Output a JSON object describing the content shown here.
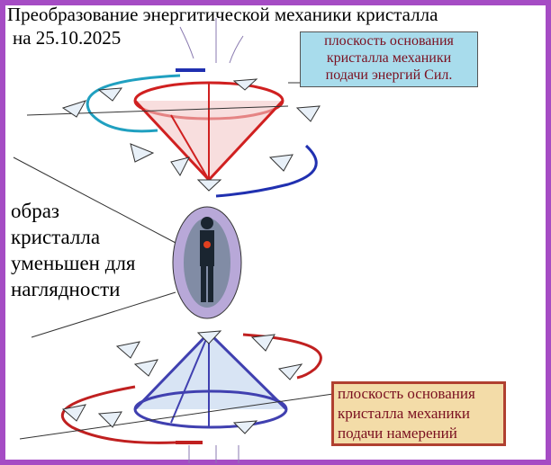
{
  "title": "Преобразование энергитической механики кристалла",
  "date": "на 25.10.2025",
  "top_label": [
    "плоскость основания",
    "кристалла механики",
    "подачи  энергий Сил."
  ],
  "bottom_label": [
    "плоскость основания",
    "кристалла механики",
    "подачи намерений"
  ],
  "side_label": [
    "образ",
    "кристалла",
    "уменьшен для",
    "наглядности"
  ],
  "colors": {
    "frame": "#a54cc4",
    "top_cone": "#d02020",
    "bottom_cone": "#4040b0",
    "cyan_arrow": "#20a0c0",
    "blue_arrow": "#2030b0",
    "red_arrow": "#c02020"
  }
}
